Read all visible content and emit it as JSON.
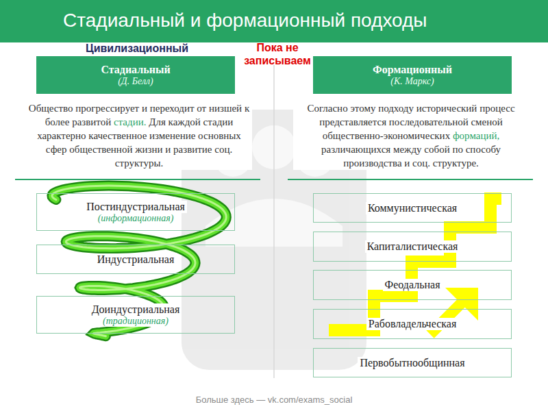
{
  "diagram": {
    "title": "Стадиальный и формационный подходы",
    "nodes": [
      {
        "text": [
          "Стадиальный",
          "(Д. Белл)"
        ]
      },
      {
        "text": [
          "Формационный",
          "(К. Маркс)"
        ]
      },
      {
        "text": [
          "Постиндустриальная",
          "(информационная)"
        ]
      },
      {
        "text": [
          "Индустриальная"
        ]
      },
      {
        "text": [
          "Доиндустриальная",
          "(традиционная)"
        ]
      },
      {
        "text": [
          "Коммунистическая"
        ]
      },
      {
        "text": [
          "Капиталистическая"
        ]
      },
      {
        "text": [
          "Феодальная"
        ]
      },
      {
        "text": [
          "Рабовладельческая"
        ]
      },
      {
        "text": [
          "Первобытнообщинная"
        ]
      }
    ],
    "labels": [
      "Цивилизационный",
      "Пока не записываем",
      "Общество прогрессирует и переходит от низшей к более развитой",
      "стадии.",
      "Для каждой стадии характерно качественное изменение основных сфер общественной жизни и развитие соц. структуры.",
      "Согласно этому подходу исторический процесс представляется последовательной сменой общественно-экономических",
      "формаций,",
      "различающихся между собой по способу производства и соц. структуре.",
      "Больше здесь — vk.com/exams_social"
    ]
  }
}
